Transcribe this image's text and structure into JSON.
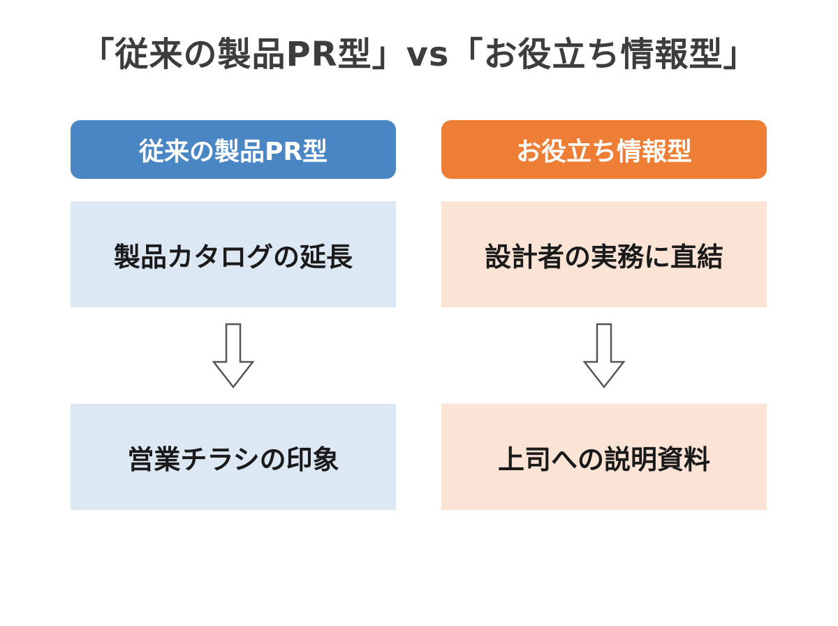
{
  "title": "「従来の製品PR型」vs「お役立ち情報型」",
  "colors": {
    "left_header": "#4a86c3",
    "left_box": "#dde8f5",
    "right_header": "#ee7d35",
    "right_box": "#fbe4d6",
    "arrow_stroke": "#555555"
  },
  "columns": [
    {
      "header": "従来の製品PR型",
      "top_box": "製品カタログの延長",
      "bottom_box": "営業チラシの印象",
      "arrow_icon": "down-arrow-icon"
    },
    {
      "header": "お役立ち情報型",
      "top_box": "設計者の実務に直結",
      "bottom_box": "上司への説明資料",
      "arrow_icon": "down-arrow-icon"
    }
  ]
}
